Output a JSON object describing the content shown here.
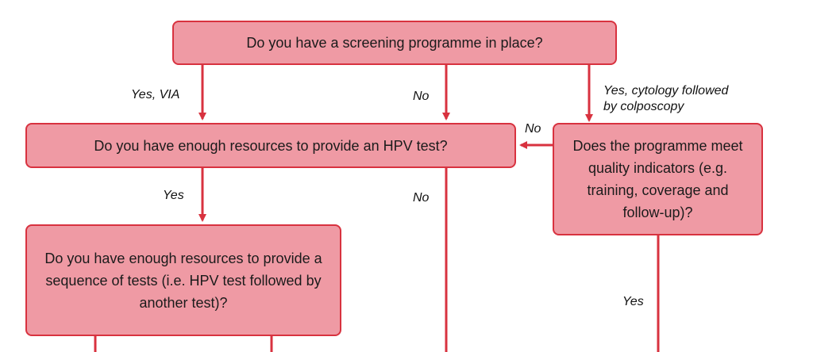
{
  "colors": {
    "box_fill": "#ef9aa4",
    "box_border": "#d8323f",
    "arrow": "#d8323f"
  },
  "nodes": {
    "q1": "Do you have a screening programme in place?",
    "q2": "Do you have enough resources to provide an HPV test?",
    "q3": "Does the programme meet quality indicators (e.g. training, coverage and follow-up)?",
    "q4": "Do you have enough resources to provide a sequence of tests (i.e. HPV test followed by another test)?"
  },
  "edge_labels": {
    "yes_via": "Yes, VIA",
    "no_top": "No",
    "yes_cytology_line1": "Yes, cytology followed",
    "yes_cytology_line2": "by colposcopy",
    "no_q3_to_q2": "No",
    "yes_q2_to_q4": "Yes",
    "no_q2_down": "No",
    "yes_q3_down": "Yes"
  }
}
